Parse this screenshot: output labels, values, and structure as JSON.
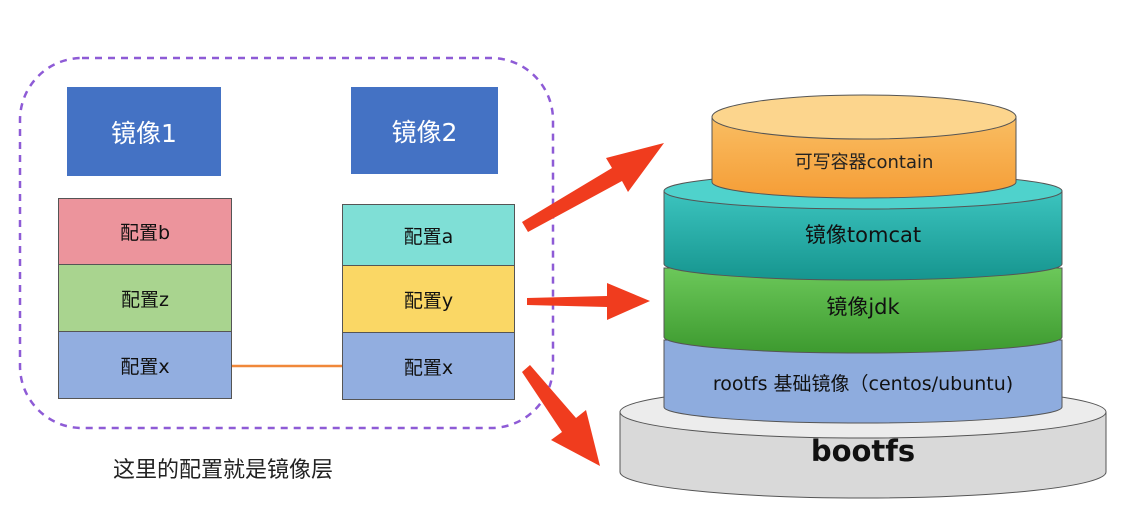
{
  "left": {
    "image1": {
      "title": "镜像1",
      "layers": [
        {
          "label": "配置b",
          "color": "#ec949c"
        },
        {
          "label": "配置z",
          "color": "#a9d48f"
        },
        {
          "label": "配置x",
          "color": "#92aee0"
        }
      ]
    },
    "image2": {
      "title": "镜像2",
      "layers": [
        {
          "label": "配置a",
          "color": "#7fdfd6"
        },
        {
          "label": "配置y",
          "color": "#fad765"
        },
        {
          "label": "配置x",
          "color": "#92aee0"
        }
      ]
    },
    "caption": "这里的配置就是镜像层"
  },
  "stack": {
    "container": "可写容器contain",
    "tomcat": "镜像tomcat",
    "jdk": "镜像jdk",
    "rootfs": "rootfs 基础镜像（centos/ubuntu)",
    "bootfs": "bootfs"
  },
  "colors": {
    "image_title": "#4472c4",
    "group_border": "#8e5bd6",
    "connector": "#f0883a",
    "arrow": "#f03c1e",
    "container_top": "#fbc96d",
    "container_body": "#f6a845",
    "tomcat": "#27a9a5",
    "jdk": "#4caf40",
    "rootfs": "#8eacde",
    "bootfs": "#dcdcdc"
  }
}
